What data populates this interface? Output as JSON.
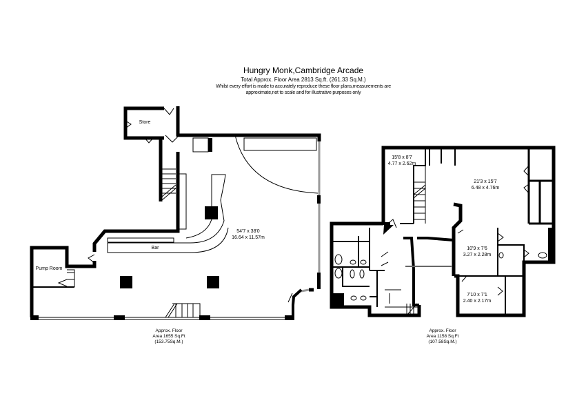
{
  "header": {
    "title": "Hungry Monk,Cambridge Arcade",
    "subtitle": "Total Approx. Floor Area 2813 Sq.ft. (261.33 Sq.M.)",
    "disclaimer_line1": "Whilst every effort is made to accurately reproduce these floor plans,measurements are",
    "disclaimer_line2": "approximate,not to scale and for illustrative purposes only"
  },
  "floors": [
    {
      "name": "ground-floor",
      "rooms": [
        {
          "label": "Store"
        },
        {
          "label": "Pump Room"
        },
        {
          "label": "Bar"
        },
        {
          "dim_imperial": "54'7 x 38'0",
          "dim_metric": "16.64 x 11.57m"
        }
      ],
      "area_line1": "Approx. Floor",
      "area_line2": "Area 1655 Sq.Ft",
      "area_line3": "(153.75Sq.M.)"
    },
    {
      "name": "upper-floor",
      "rooms": [
        {
          "dim_imperial": "15'8 x 8'7",
          "dim_metric": "4.77 x 2.62m"
        },
        {
          "dim_imperial": "21'3 x 15'7",
          "dim_metric": "6.48 x 4.76m"
        },
        {
          "dim_imperial": "10'9 x 7'6",
          "dim_metric": "3.27 x 2.28m"
        },
        {
          "dim_imperial": "7'10 x 7'1",
          "dim_metric": "2.40 x 2.17m"
        }
      ],
      "area_line1": "Approx. Floor",
      "area_line2": "Area 1158 Sq.Ft",
      "area_line3": "(107.58Sq.M.)"
    }
  ],
  "colors": {
    "wall": "#000000",
    "background": "#ffffff",
    "window": "#9a9a9a"
  }
}
